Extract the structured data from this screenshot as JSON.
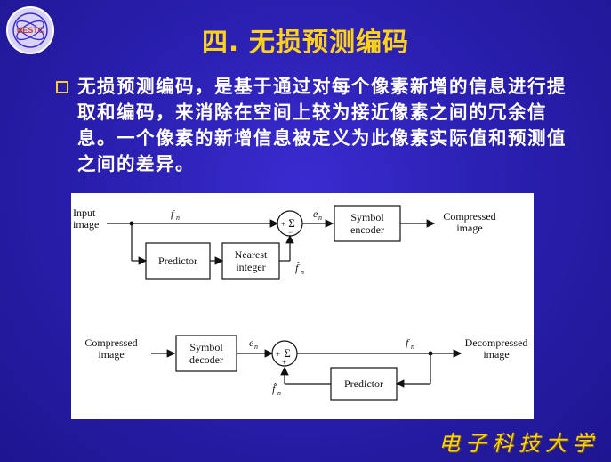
{
  "slide": {
    "title": "四. 无损预测编码",
    "paragraph": "无损预测编码，是基于通过对每个像素新增的信息进行提取和编码，来消除在空间上较为接近像素之间的冗余信息。一个像素的新增信息被定义为此像素实际值和预测值之间的差异。",
    "footer": "电子科技大学",
    "logo_text": "UESTC"
  },
  "diagram": {
    "encoder": {
      "input_label_1": "Input",
      "input_label_2": "image",
      "signal_f": "f",
      "signal_f_sub": "n",
      "predictor": "Predictor",
      "nearest_1": "Nearest",
      "nearest_2": "integer",
      "sum": "Σ",
      "plus": "+",
      "minus": "−",
      "error_e": "e",
      "error_e_sub": "n",
      "fhat": "f̂",
      "fhat_sub": "n",
      "symbol_encoder_1": "Symbol",
      "symbol_encoder_2": "encoder",
      "output_label_1": "Compressed",
      "output_label_2": "image"
    },
    "decoder": {
      "input_label_1": "Compressed",
      "input_label_2": "image",
      "symbol_decoder_1": "Symbol",
      "symbol_decoder_2": "decoder",
      "error_e": "e",
      "error_e_sub": "n",
      "sum": "Σ",
      "plus_top": "+",
      "plus_bottom": "+",
      "signal_f": "f",
      "signal_f_sub": "n",
      "predictor": "Predictor",
      "fhat": "f̂",
      "fhat_sub": "n",
      "output_label_1": "Decompressed",
      "output_label_2": "image"
    }
  },
  "colors": {
    "title": "#ffd21a",
    "text": "#ffffff",
    "footer": "#ffd400",
    "background": "#2a1fb0"
  }
}
